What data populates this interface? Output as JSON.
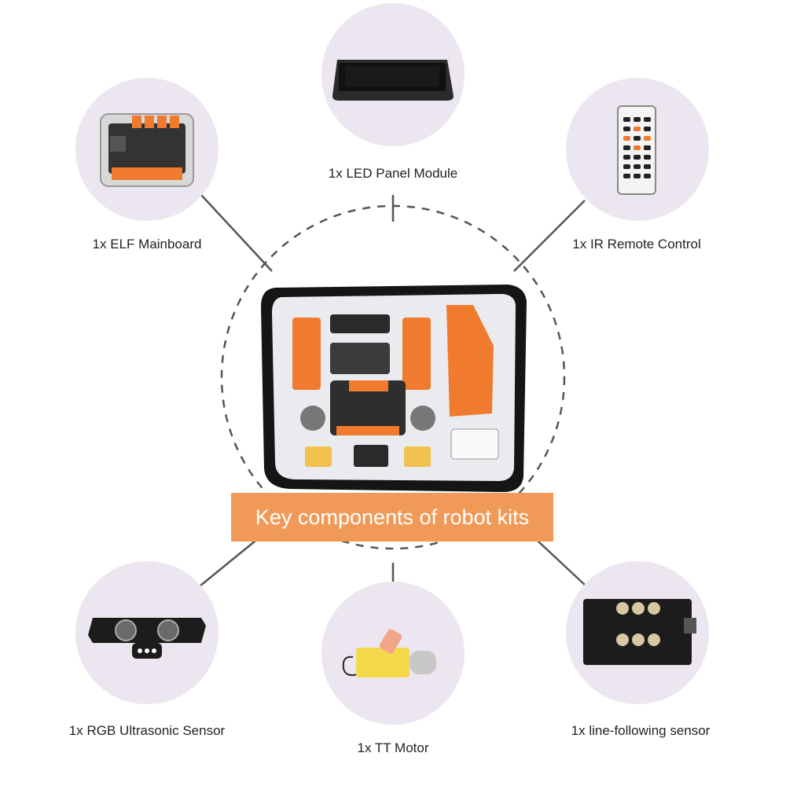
{
  "title": "Key components of robot kits",
  "components": [
    {
      "id": "led-panel",
      "label": "1x LED Panel Module",
      "icon": "led-panel-module-image"
    },
    {
      "id": "elf-mainboard",
      "label": "1x ELF Mainboard",
      "icon": "elf-mainboard-image"
    },
    {
      "id": "ir-remote",
      "label": "1x IR Remote Control",
      "icon": "ir-remote-control-image"
    },
    {
      "id": "ultrasonic",
      "label": "1x RGB Ultrasonic Sensor",
      "icon": "rgb-ultrasonic-sensor-image"
    },
    {
      "id": "tt-motor",
      "label": "1x TT Motor",
      "icon": "tt-motor-image"
    },
    {
      "id": "line-sensor",
      "label": "1x  line-following sensor",
      "icon": "line-following-sensor-image"
    }
  ],
  "colors": {
    "accent": "#f19a57",
    "bubble": "#ebe6ef",
    "connector": "#555555",
    "part_orange": "#f07a2e"
  }
}
